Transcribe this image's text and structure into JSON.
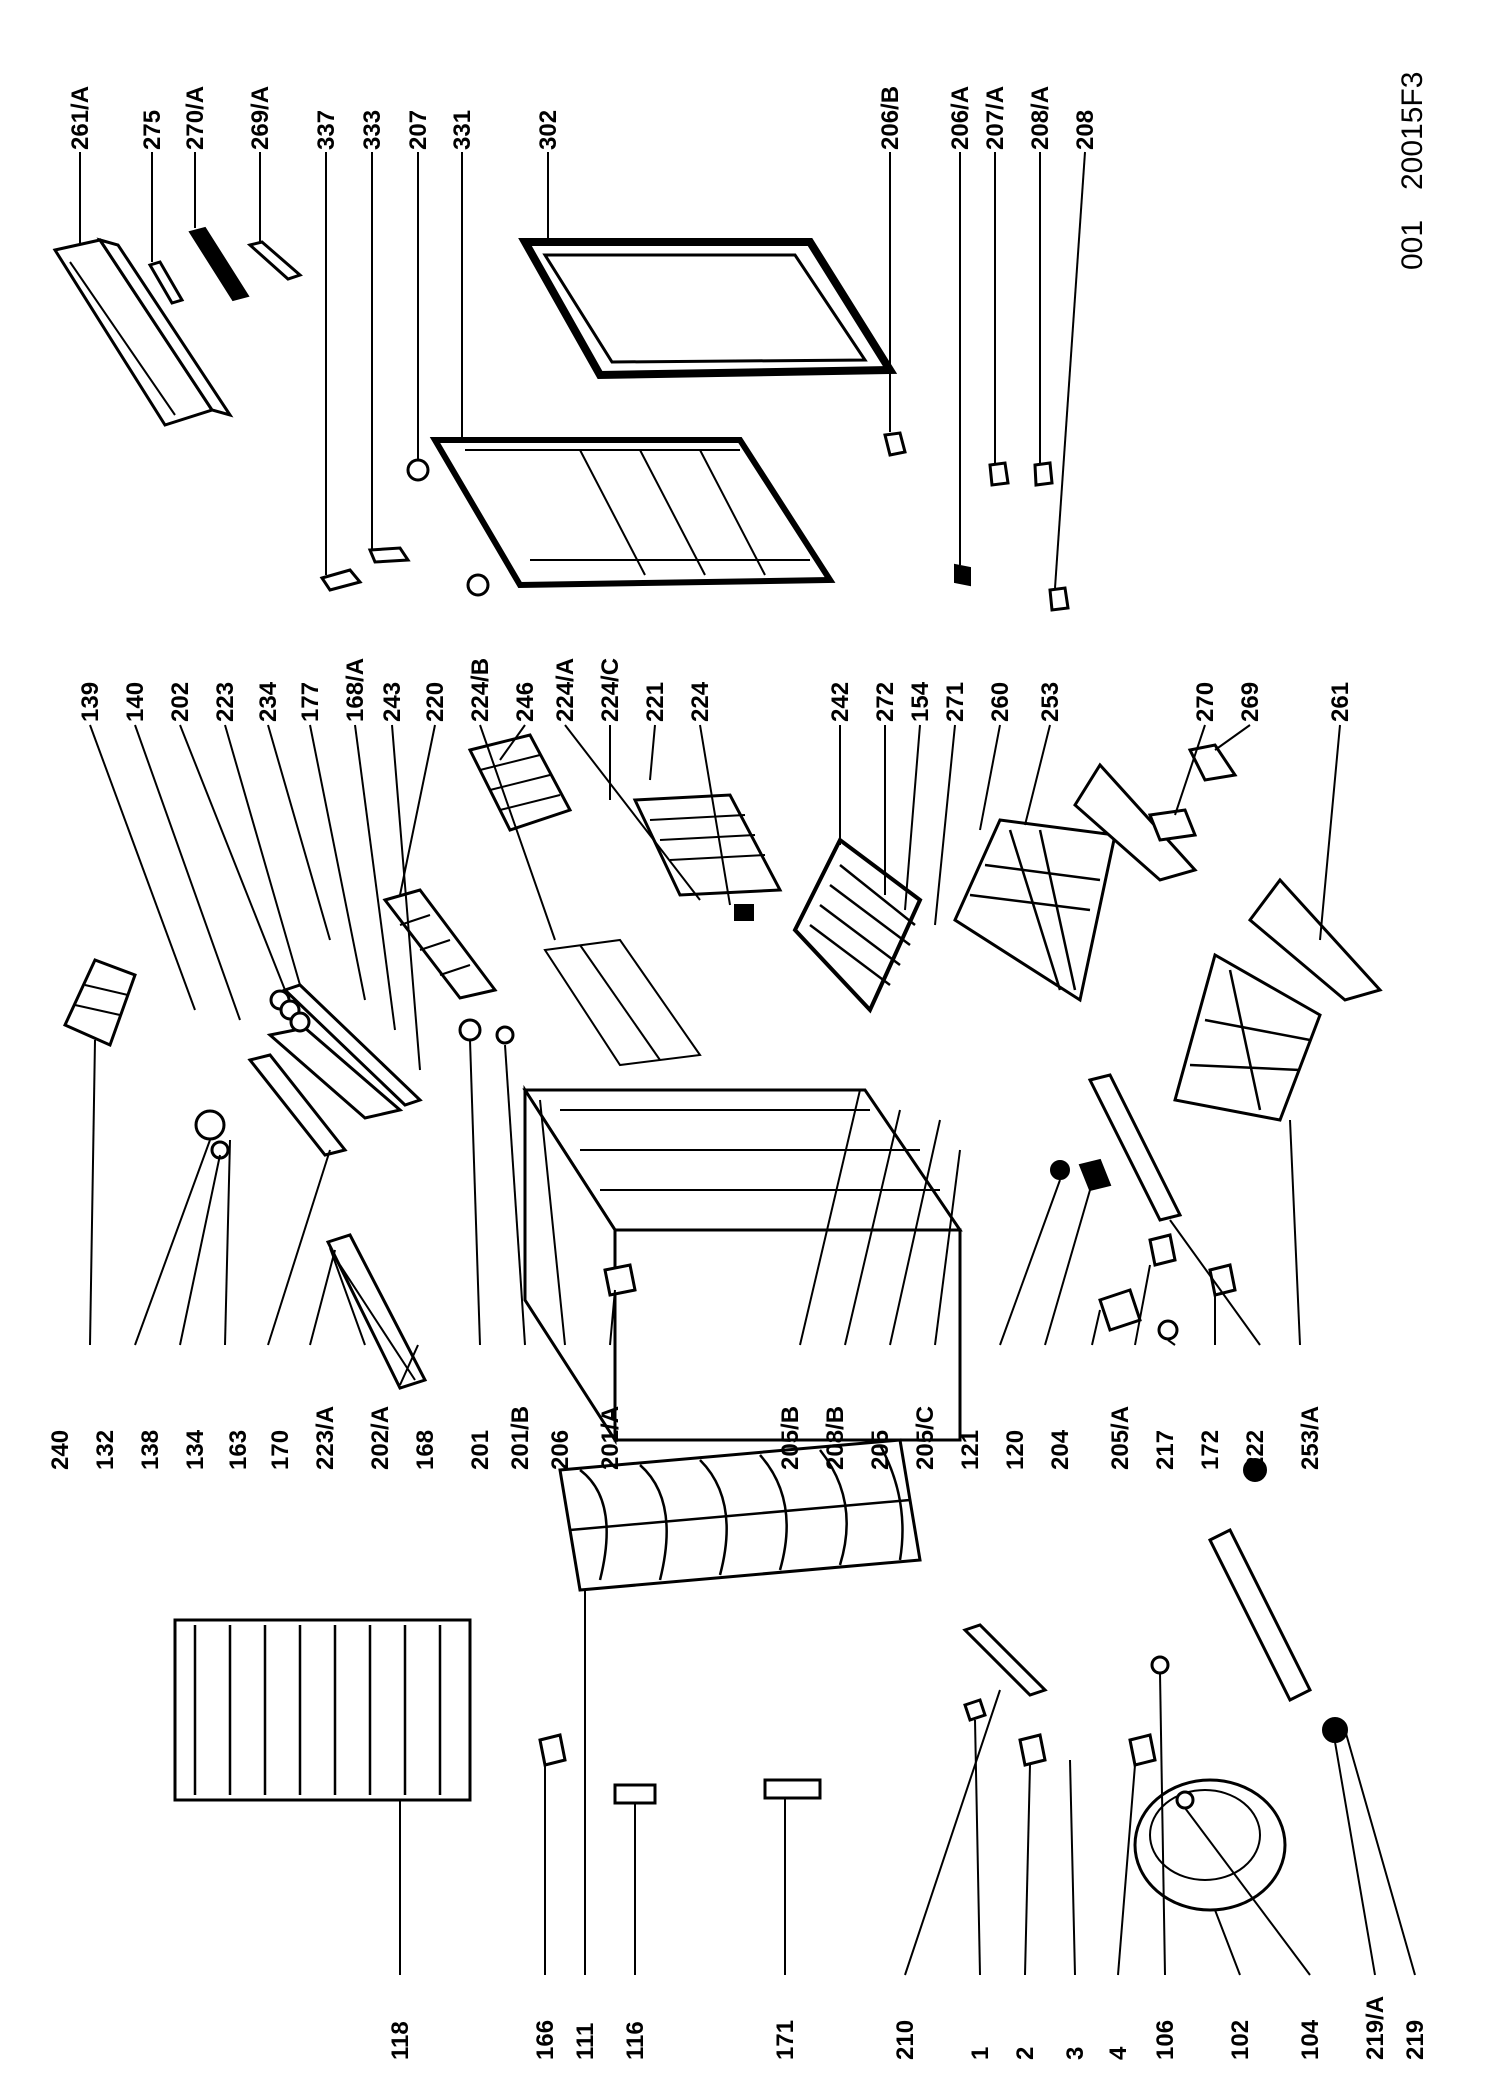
{
  "diagram_code": {
    "prefix": "001",
    "code": "20015F3"
  },
  "labels": {
    "l261A": "261/A",
    "l275": "275",
    "l270A": "270/A",
    "l269A": "269/A",
    "l337": "337",
    "l333": "333",
    "l207": "207",
    "l331": "331",
    "l302": "302",
    "l206B": "206/B",
    "l206A": "206/A",
    "l207A": "207/A",
    "l208A": "208/A",
    "l208": "208",
    "l139": "139",
    "l140": "140",
    "l202": "202",
    "l223": "223",
    "l234": "234",
    "l177": "177",
    "l168A": "168/A",
    "l243": "243",
    "l220": "220",
    "l224B": "224/B",
    "l246": "246",
    "l224A": "224/A",
    "l224C": "224/C",
    "l221": "221",
    "l224": "224",
    "l242": "242",
    "l272": "272",
    "l154": "154",
    "l271": "271",
    "l260": "260",
    "l253": "253",
    "l270": "270",
    "l269": "269",
    "l261": "261",
    "l240": "240",
    "l132": "132",
    "l138": "138",
    "l134": "134",
    "l163": "163",
    "l170": "170",
    "l223A": "223/A",
    "l202A": "202/A",
    "l168": "168",
    "l201": "201",
    "l201B": "201/B",
    "l206": "206",
    "l201A": "201/A",
    "l205B": "205/B",
    "l208B": "208/B",
    "l205": "205",
    "l205C": "205/C",
    "l121": "121",
    "l120": "120",
    "l204": "204",
    "l205A": "205/A",
    "l217": "217",
    "l172": "172",
    "l222": "222",
    "l253A": "253/A",
    "l118": "118",
    "l166": "166",
    "l111": "111",
    "l116": "116",
    "l171": "171",
    "l210": "210",
    "l1": "1",
    "l2": "2",
    "l3": "3",
    "l4": "4",
    "l106": "106",
    "l102": "102",
    "l104": "104",
    "l219A": "219/A",
    "l219": "219"
  }
}
